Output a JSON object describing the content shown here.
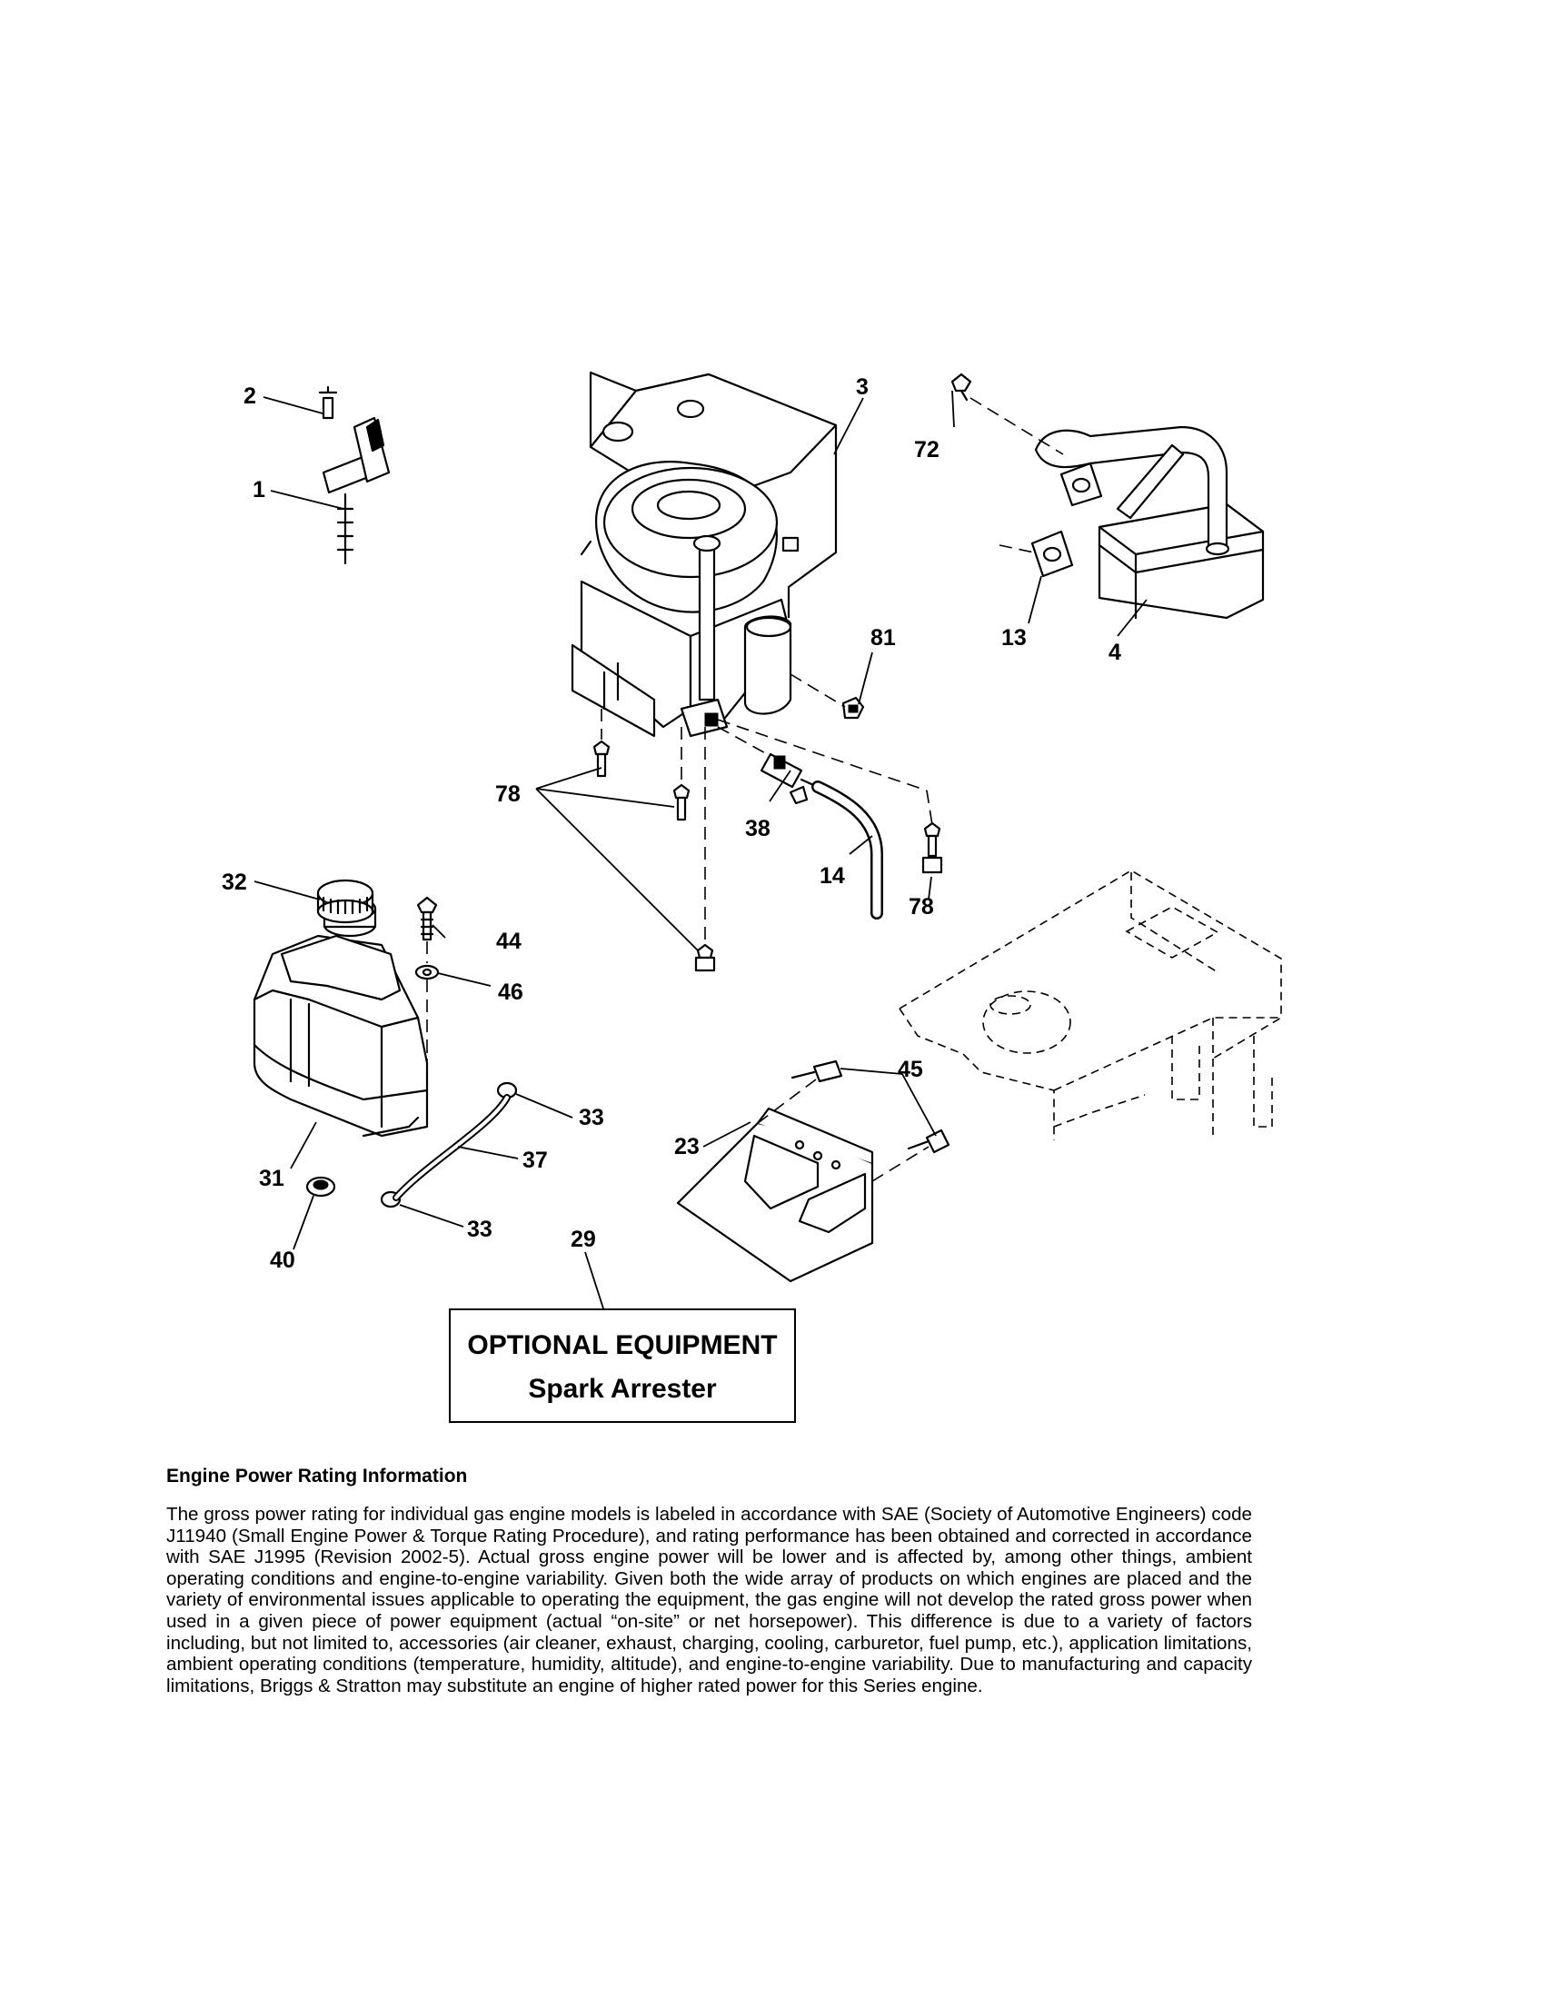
{
  "callouts": {
    "c1": "1",
    "c2": "2",
    "c3": "3",
    "c4": "4",
    "c13": "13",
    "c14": "14",
    "c23": "23",
    "c29": "29",
    "c31": "31",
    "c32": "32",
    "c33a": "33",
    "c33b": "33",
    "c37": "37",
    "c38": "38",
    "c40": "40",
    "c44": "44",
    "c45": "45",
    "c46": "46",
    "c72": "72",
    "c78a": "78",
    "c78b": "78",
    "c81": "81"
  },
  "optional": {
    "title": "OPTIONAL EQUIPMENT",
    "item": "Spark Arrester"
  },
  "info": {
    "heading": "Engine Power Rating Information",
    "body": "The gross power rating for individual gas engine models is labeled in accordance with SAE (Society of Automotive Engineers) code J11940 (Small Engine Power & Torque Rating Procedure), and rating performance has been obtained and corrected in accordance with SAE J1995 (Revision 2002-5). Actual gross engine power will be lower and is affected by, among other things, ambient operating conditions and engine-to-engine variability. Given both the wide array of products on which engines are placed and the variety of environmental issues applicable to operating the equipment, the gas engine will not develop the rated gross power when used in a given piece of power equipment (actual “on-site” or net horsepower). This difference is due to a variety of factors including, but not limited to, accessories (air cleaner, exhaust, charging, cooling, carburetor, fuel pump, etc.), application limitations, ambient operating conditions (temperature, humidity, altitude), and engine-to-engine variability. Due to manufacturing and capacity limitations, Briggs & Stratton may substitute an engine of higher rated power for this Series engine."
  }
}
